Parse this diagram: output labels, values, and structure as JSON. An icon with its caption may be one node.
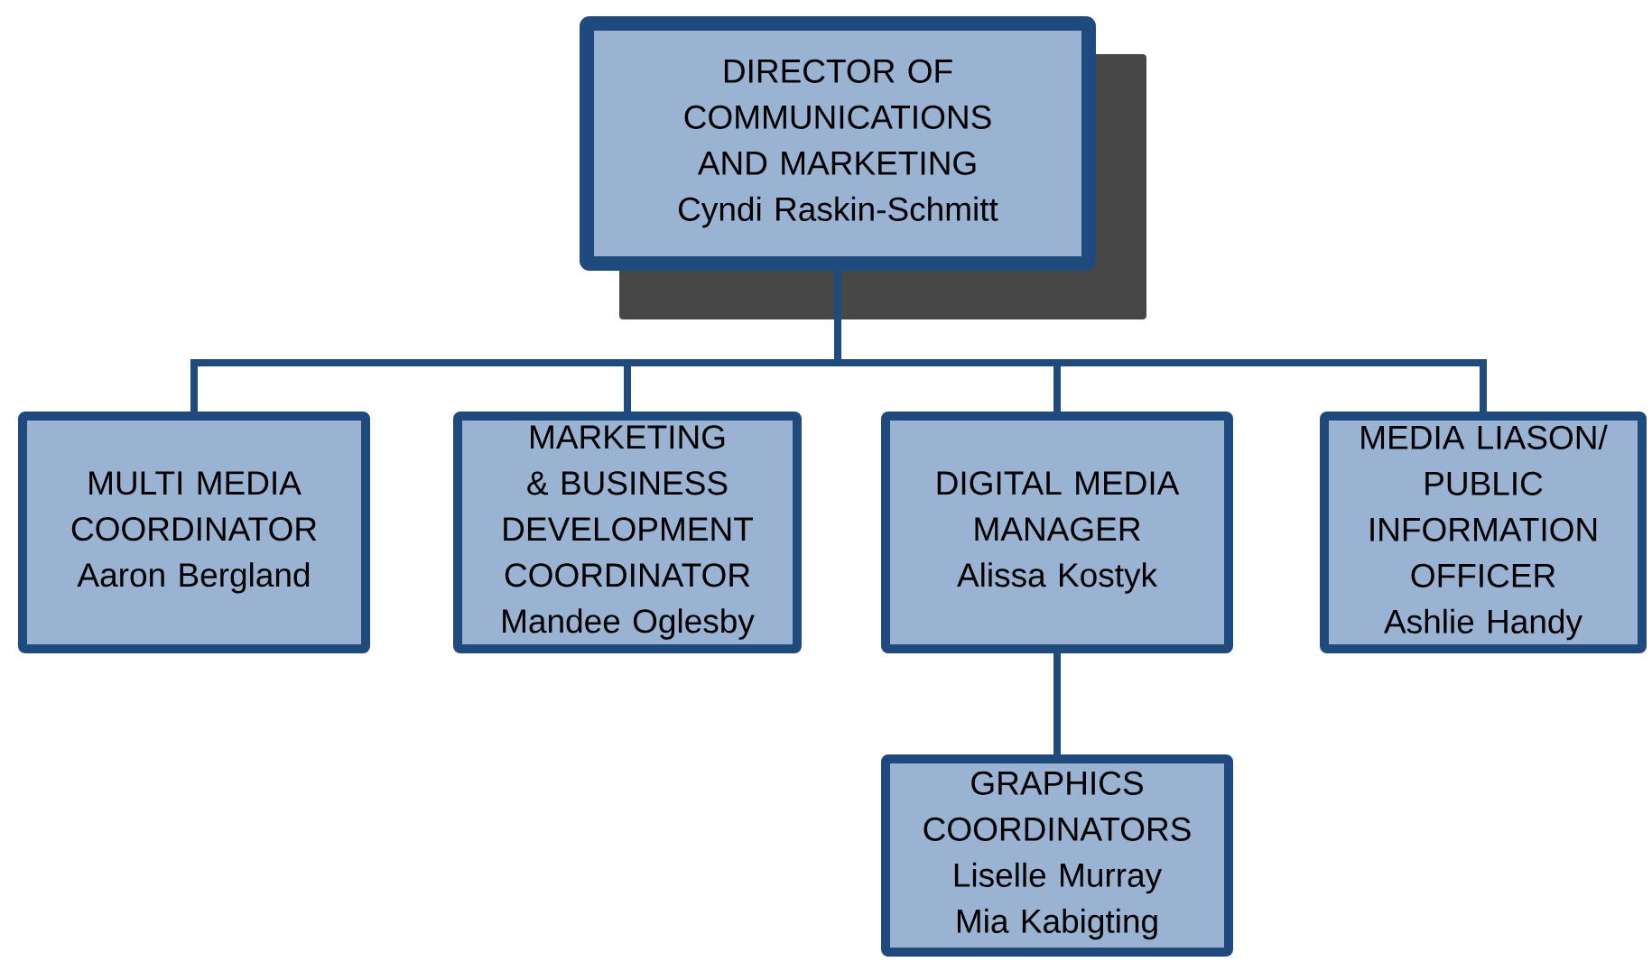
{
  "diagram": {
    "nodes": [
      {
        "text": [
          "DIRECTOR OF COMMUNICATIONS AND MARKETING",
          "Cyndi Raskin-Schmitt"
        ]
      },
      {
        "text": [
          "MULTI MEDIA COORDINATOR",
          "Aaron Bergland"
        ]
      },
      {
        "text": [
          "MARKETING & BUSINESS DEVELOPMENT COORDINATOR",
          "Mandee Oglesby"
        ]
      },
      {
        "text": [
          "DIGITAL MEDIA MANAGER",
          "Alissa Kostyk"
        ]
      },
      {
        "text": [
          "MEDIA LIASON/ PUBLIC INFORMATION OFFICER",
          "Ashlie Handy"
        ]
      },
      {
        "text": [
          "GRAPHICS COORDINATORS",
          "Liselle Murray",
          "Mia Kabigting"
        ]
      }
    ],
    "edges": [
      {
        "from": 0,
        "to": 1,
        "arrow": "none"
      },
      {
        "from": 0,
        "to": 2,
        "arrow": "none"
      },
      {
        "from": 0,
        "to": 3,
        "arrow": "none"
      },
      {
        "from": 0,
        "to": 4,
        "arrow": "none"
      },
      {
        "from": 3,
        "to": 5,
        "arrow": "none"
      }
    ]
  }
}
